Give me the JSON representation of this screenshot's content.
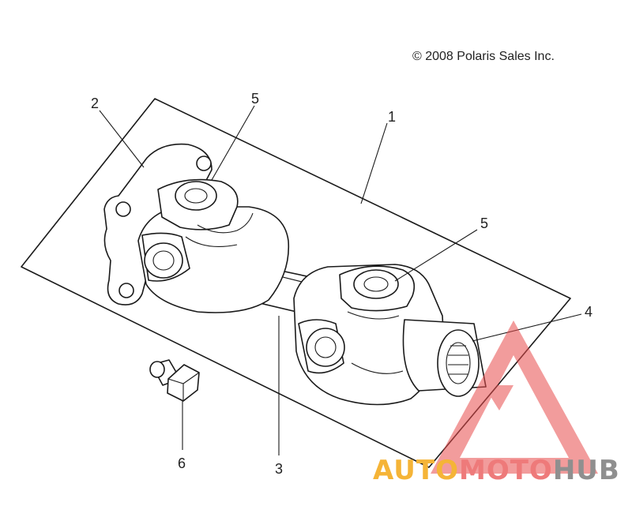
{
  "copyright": "© 2008 Polaris Sales Inc.",
  "callouts": [
    {
      "id": "2",
      "label": "2"
    },
    {
      "id": "5a",
      "label": "5"
    },
    {
      "id": "1",
      "label": "1"
    },
    {
      "id": "5b",
      "label": "5"
    },
    {
      "id": "4",
      "label": "4"
    },
    {
      "id": "3",
      "label": "3"
    },
    {
      "id": "6",
      "label": "6"
    }
  ],
  "watermark": {
    "part1": "AUTO",
    "part2": "MOTO",
    "part3": "HUB",
    "colors": {
      "part1": "#f5b437",
      "part2": "#ee7a7a",
      "part3": "#8f8f8f"
    }
  }
}
